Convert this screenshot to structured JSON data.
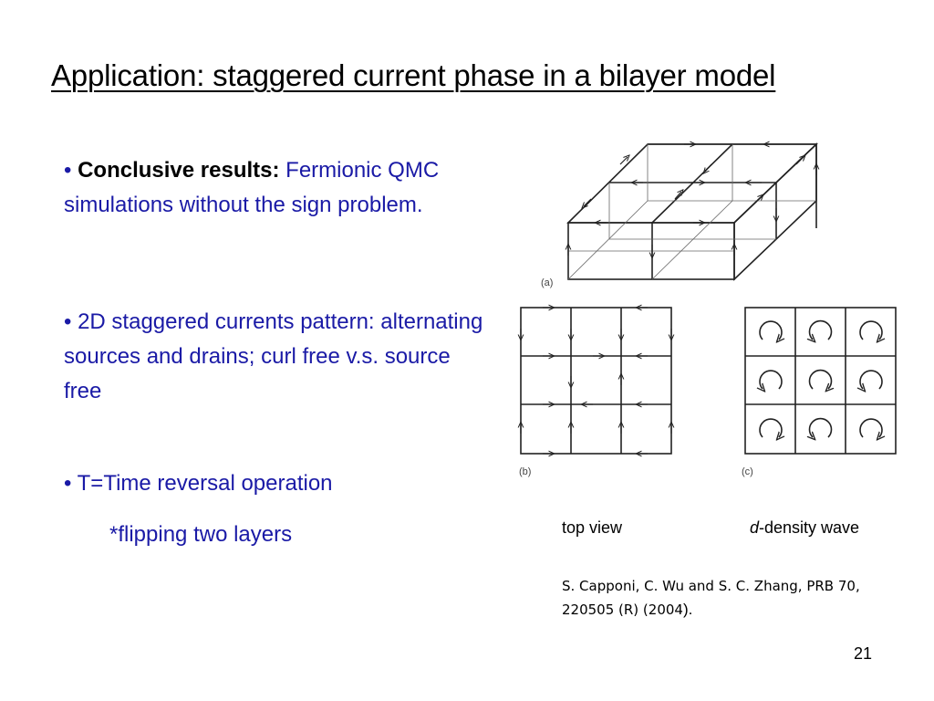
{
  "slide": {
    "title": "Application: staggered current phase in a bilayer model",
    "page_number": "21"
  },
  "bullets": {
    "b1": {
      "marker": "•",
      "bold": "Conclusive results:",
      "text": "Fermionic QMC simulations without the sign problem."
    },
    "b2": {
      "marker": "•",
      "text": "2D staggered currents pattern: alternating sources and drains; curl free v.s. source free"
    },
    "b3": {
      "marker": "•",
      "text": "T=Time reversal operation"
    },
    "b3_sub": "*flipping two layers"
  },
  "figure": {
    "label_a": "(a)",
    "label_b": "(b)",
    "label_c": "(c)",
    "caption_top_view": "top view",
    "caption_d_italic": "d",
    "caption_d_rest": "-density wave"
  },
  "reference": {
    "line1": "S. Capponi, C. Wu and S. C. Zhang,  PRB 70,",
    "line2": "220505 (R) (2004",
    "line2_end": ")."
  },
  "colors": {
    "text_blue": "#1a1aa6",
    "figure_line": "#222222"
  }
}
